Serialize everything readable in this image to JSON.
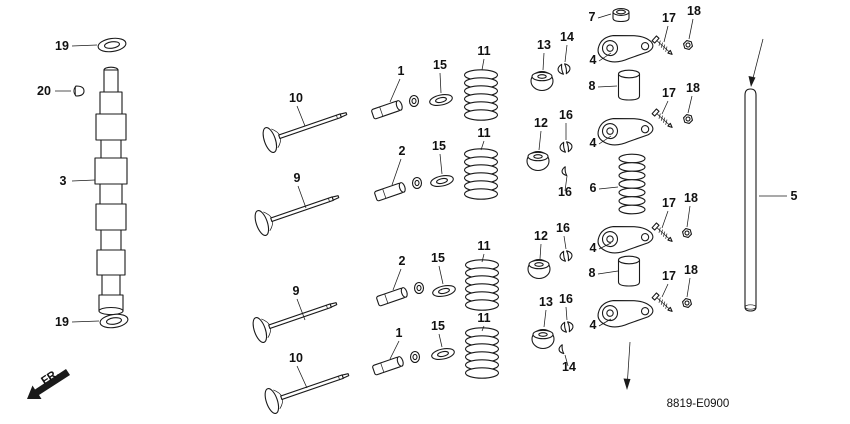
{
  "colors": {
    "ink": "#1a1a1a",
    "paper": "#ffffff"
  },
  "footer": {
    "part_code": "8819-E0900",
    "fr_label": "FR."
  },
  "labels": {
    "washer_top": "19",
    "plug": "20",
    "camshaft": "3",
    "washer_bottom": "19",
    "valve1": "10",
    "guide1": "1",
    "seat1": "15",
    "spring1": "11",
    "retainer1": "13",
    "keeper1": "14",
    "cap": "7",
    "screw1": "17",
    "nut1": "18",
    "rocker1": "4",
    "pivot1": "8",
    "valve2": "9",
    "guide2": "2",
    "seat2": "15",
    "spring2": "11",
    "retainer2": "12",
    "keeper2": "16",
    "screw2": "17",
    "nut2": "18",
    "rocker2": "4",
    "keeper2b": "16",
    "spring_mid": "6",
    "valve3": "9",
    "guide3": "2",
    "seat3": "15",
    "spring3": "11",
    "retainer3": "12",
    "keeper3": "16",
    "screw3": "17",
    "nut3": "18",
    "rocker3": "4",
    "pivot3": "8",
    "valve4": "10",
    "guide4": "1",
    "seat4": "15",
    "spring4": "11",
    "retainer4": "13",
    "keeper4a": "16",
    "keeper4b": "14",
    "rocker4": "4",
    "screw4": "17",
    "nut4": "18",
    "rod": "5"
  }
}
